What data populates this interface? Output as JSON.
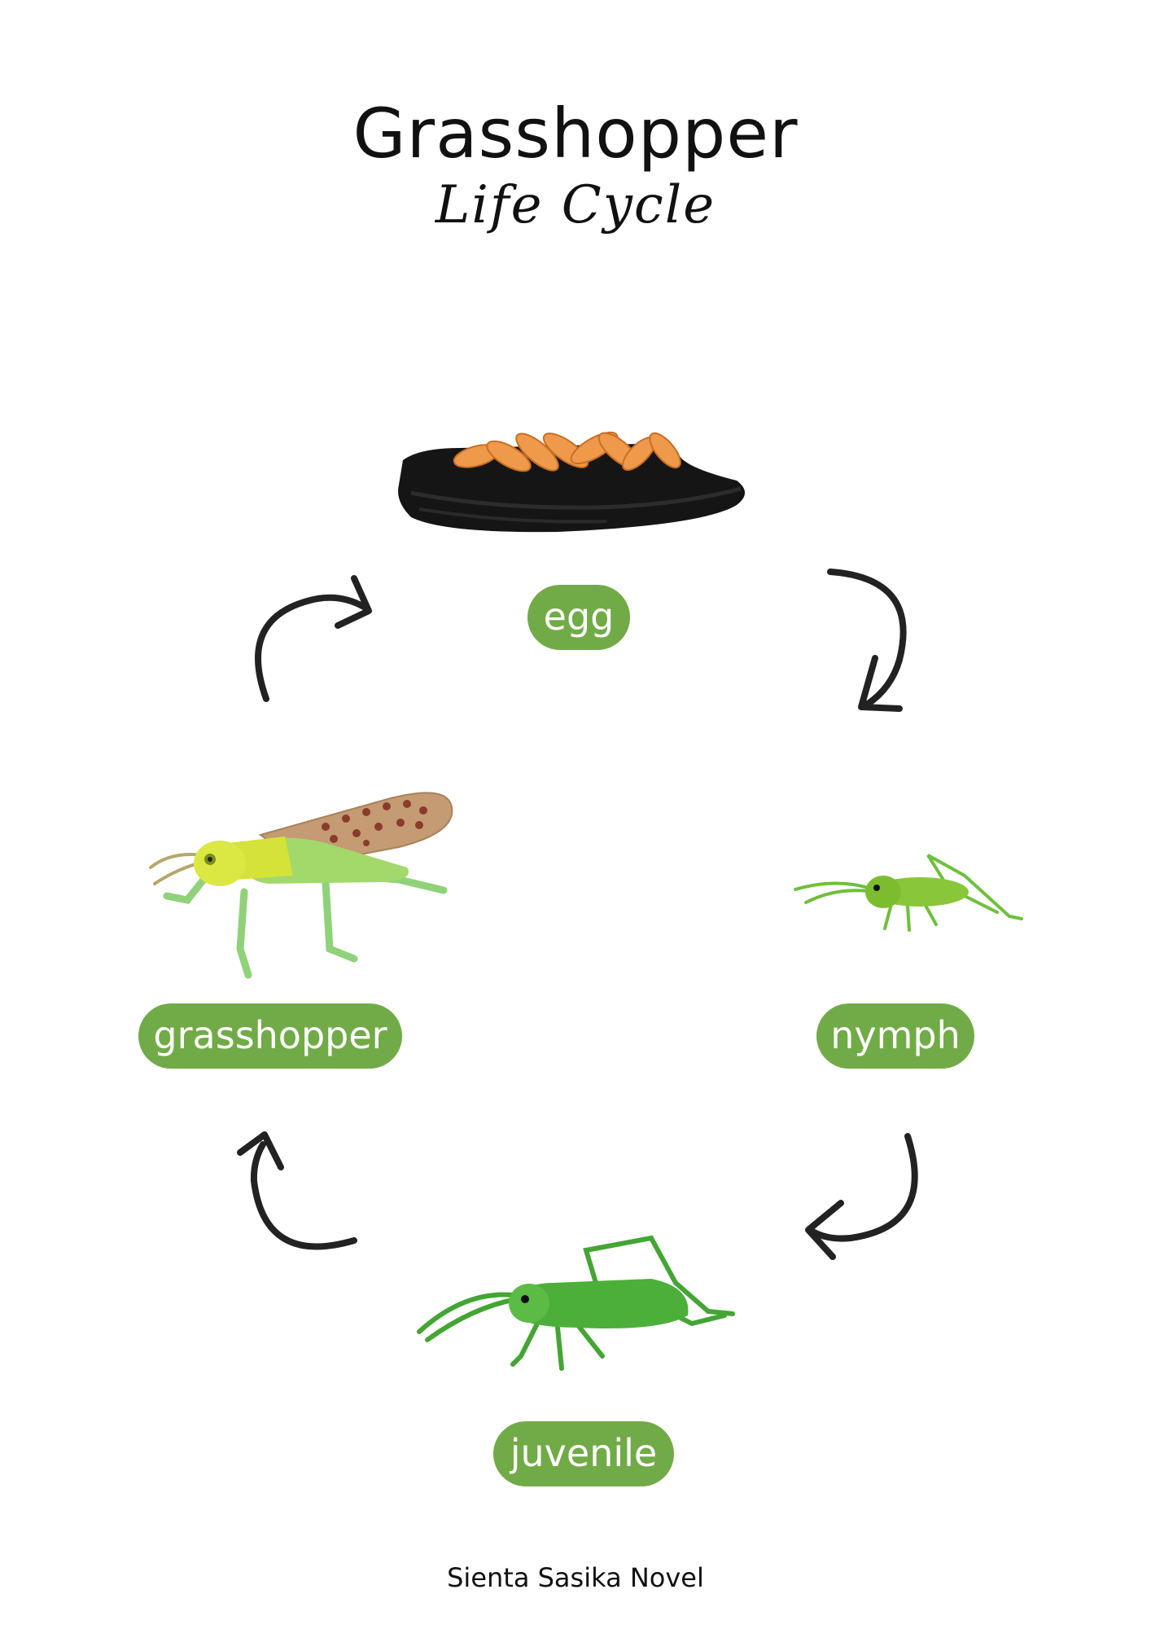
{
  "header": {
    "title": "Grasshopper",
    "subtitle": "Life Cycle"
  },
  "stages": {
    "egg": "egg",
    "nymph": "nymph",
    "juvenile": "juvenile",
    "grasshopper": "grasshopper"
  },
  "footer": {
    "credit": "Sienta Sasika Novel"
  },
  "colors": {
    "label_bg": "#71ab47",
    "label_text": "#ffffff",
    "arrow": "#222222"
  },
  "icons": {
    "egg": "egg-pod-icon",
    "nymph": "nymph-grasshopper-icon",
    "juvenile": "juvenile-grasshopper-icon",
    "grasshopper": "adult-grasshopper-icon",
    "arrows": "curved-arrow-icon"
  }
}
